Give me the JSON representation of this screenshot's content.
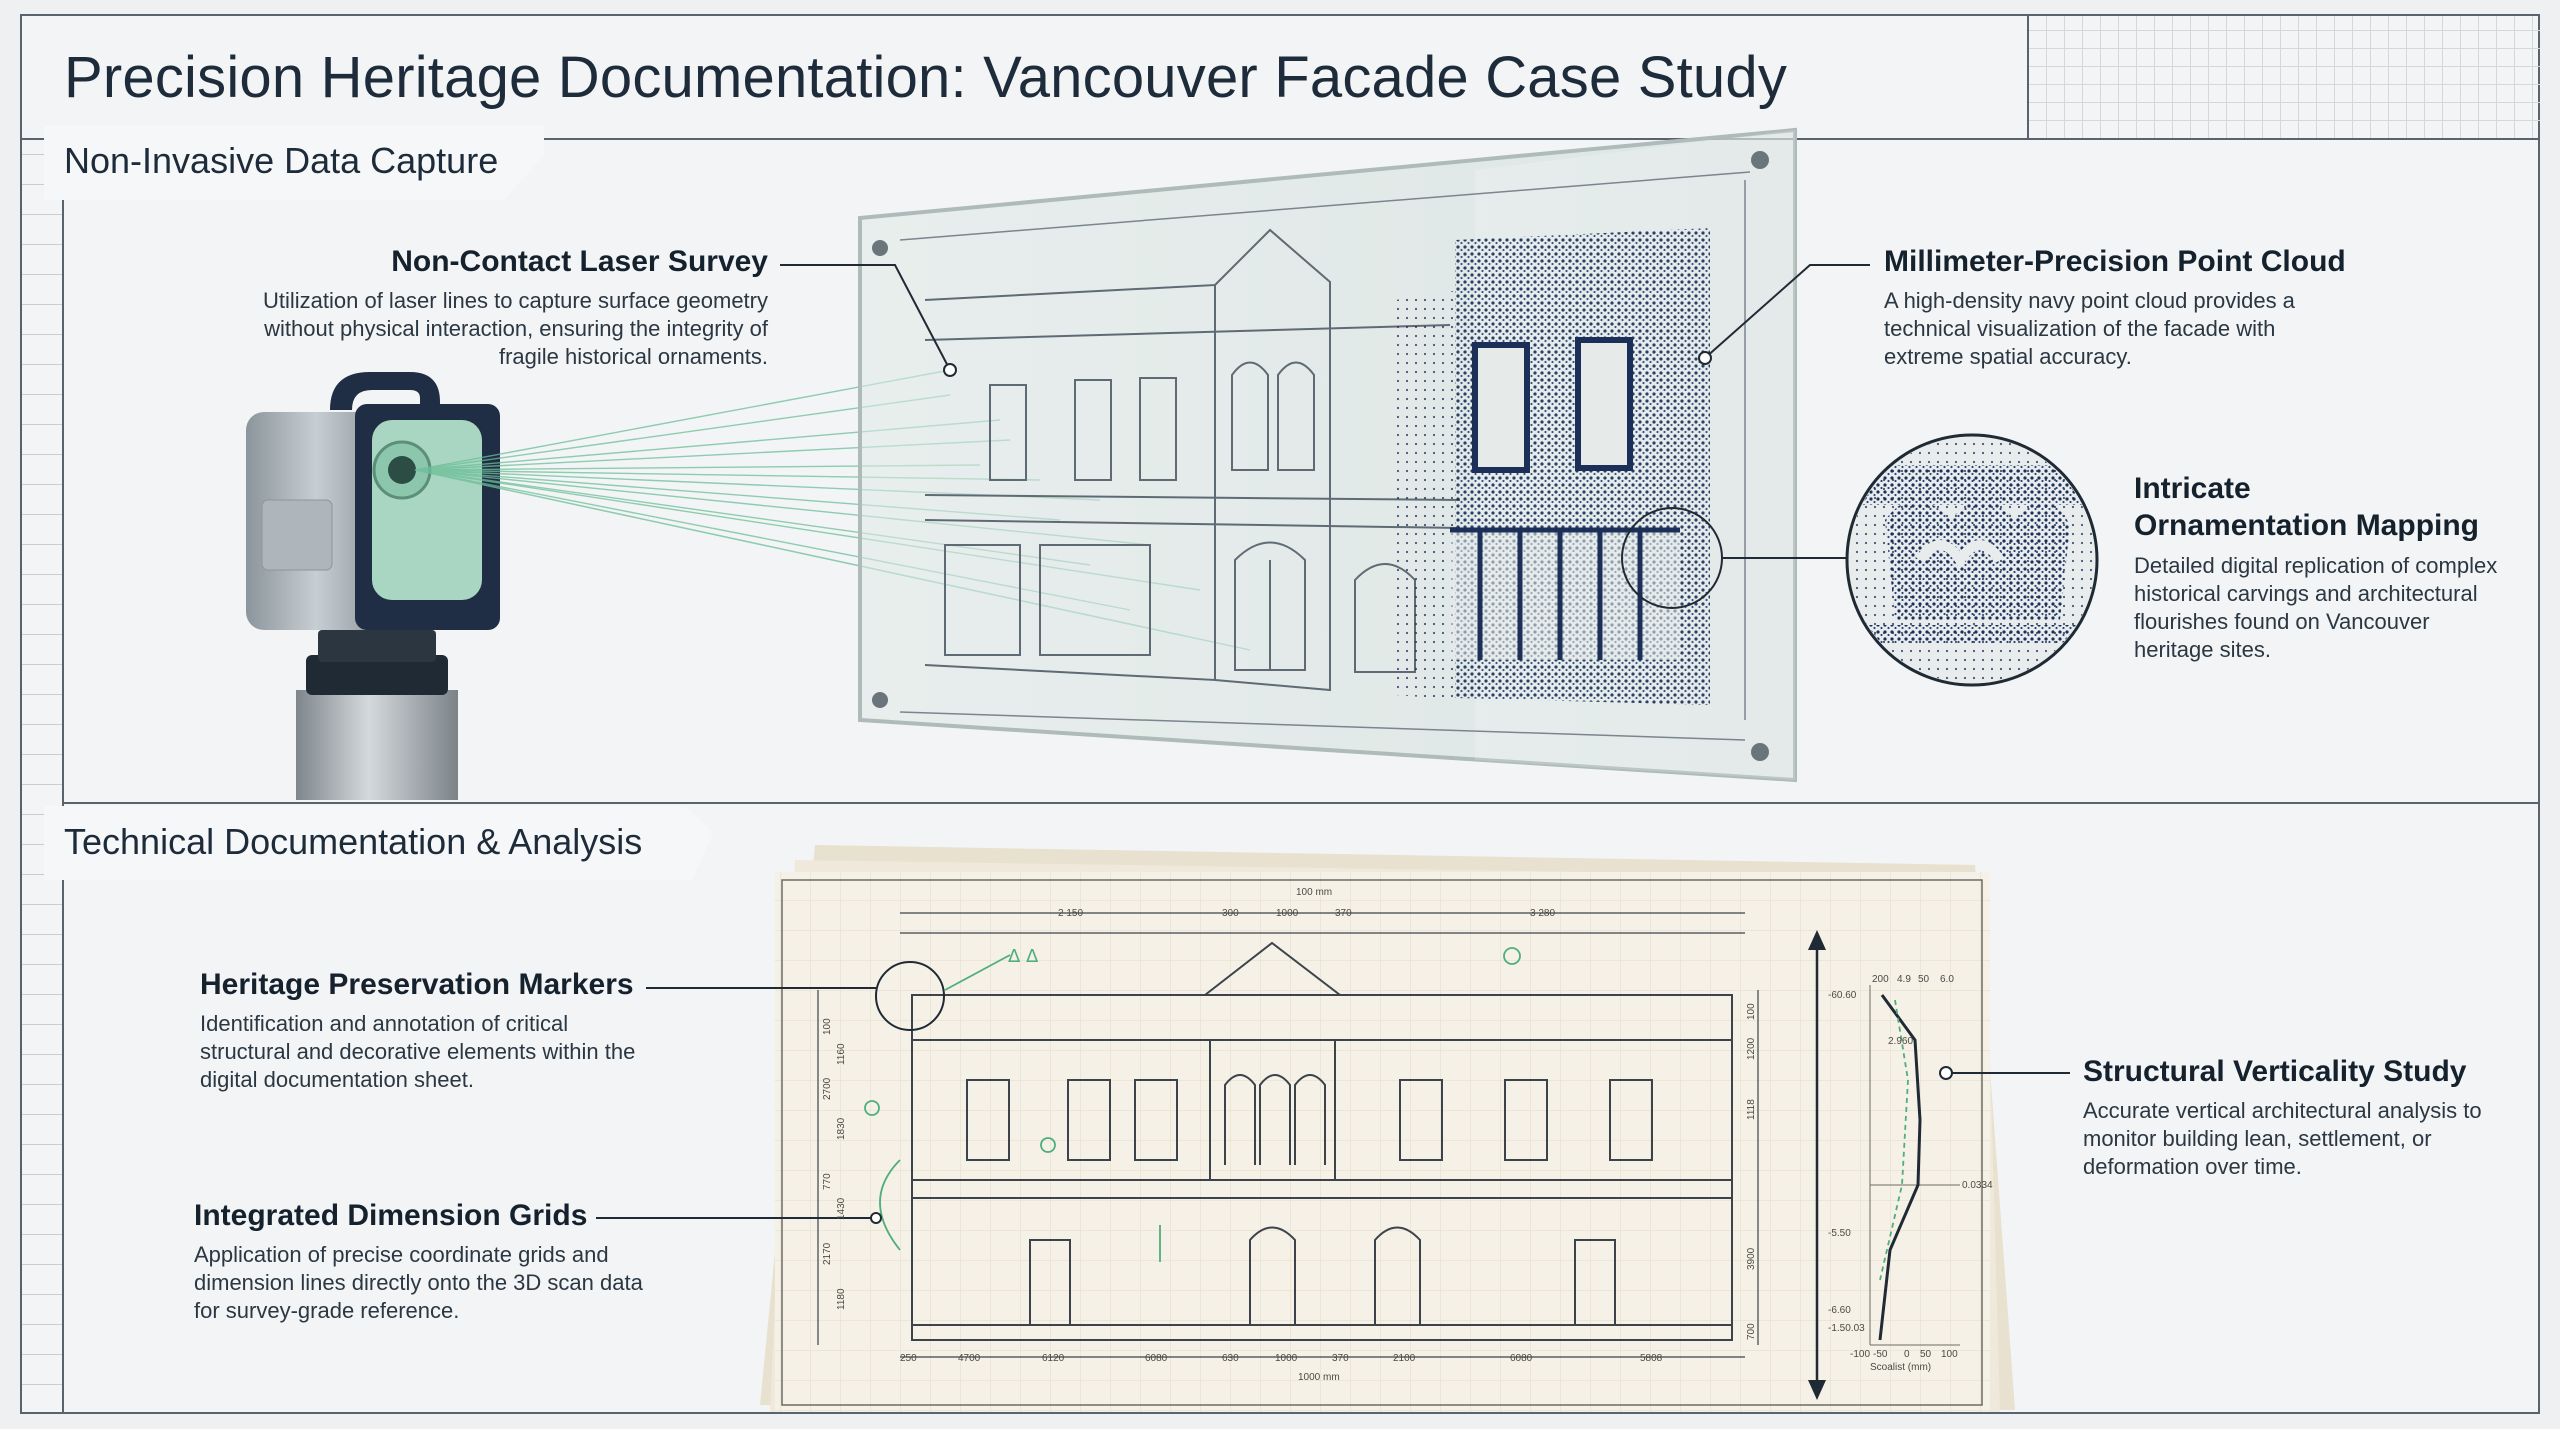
{
  "title": "Precision Heritage Documentation: Vancouver Facade Case Study",
  "sections": {
    "capture": "Non-Invasive Data Capture",
    "analysis": "Technical Documentation & Analysis"
  },
  "callouts": {
    "laser": {
      "heading": "Non-Contact Laser Survey",
      "body": "Utilization of laser lines to capture surface geometry without physical interaction, ensuring the integrity of fragile historical ornaments."
    },
    "pointcloud": {
      "heading": "Millimeter-Precision Point Cloud",
      "body": "A high-density navy point cloud provides a technical visualization of the facade with extreme spatial accuracy."
    },
    "ornament": {
      "heading_line1": "Intricate",
      "heading_line2": "Ornamentation Mapping",
      "body": "Detailed digital replication of complex historical carvings and architectural flourishes found on Vancouver heritage sites."
    },
    "markers": {
      "heading": "Heritage Preservation Markers",
      "body": "Identification and annotation of critical structural and decorative elements within the digital documentation sheet."
    },
    "grids": {
      "heading": "Integrated Dimension Grids",
      "body": "Application of precise coordinate grids and dimension lines directly onto the 3D scan data for survey-grade reference."
    },
    "verticality": {
      "heading": "Structural Verticality Study",
      "body": "Accurate vertical architectural analysis to monitor building lean, settlement, or deformation over time."
    }
  },
  "drawing": {
    "top_dims": [
      "2 150",
      "300",
      "1000",
      "370",
      "3 280"
    ],
    "overall_top": "100 mm",
    "bottom_dims": [
      "250",
      "4700",
      "6120",
      "6080",
      "630",
      "1000",
      "370",
      "2100",
      "6080",
      "5808"
    ],
    "overall_bottom": "1000 mm",
    "left_dims": [
      "100",
      "1160",
      "2700",
      "1830",
      "770",
      "1430",
      "2170",
      "1180"
    ],
    "right_dims": [
      "100",
      "1200",
      "1118",
      "3900",
      "700"
    ],
    "graph_top_labels": [
      "200",
      "4.9",
      "50",
      "6.0"
    ],
    "graph_y_labels": [
      "-60.60",
      "-5.50",
      "-6.60",
      "-1.50.03"
    ],
    "graph_x_labels": [
      "-100",
      "-50",
      "0",
      "50",
      "100"
    ],
    "graph_xlabel": "Scoalist (mm)",
    "graph_mid_labels": [
      "2.960",
      "0.0334"
    ]
  },
  "colors": {
    "navy": "#1b2f58",
    "laser_green": "#7fcca8",
    "annotation_green": "#4fae7a",
    "frame": "#59636d"
  }
}
